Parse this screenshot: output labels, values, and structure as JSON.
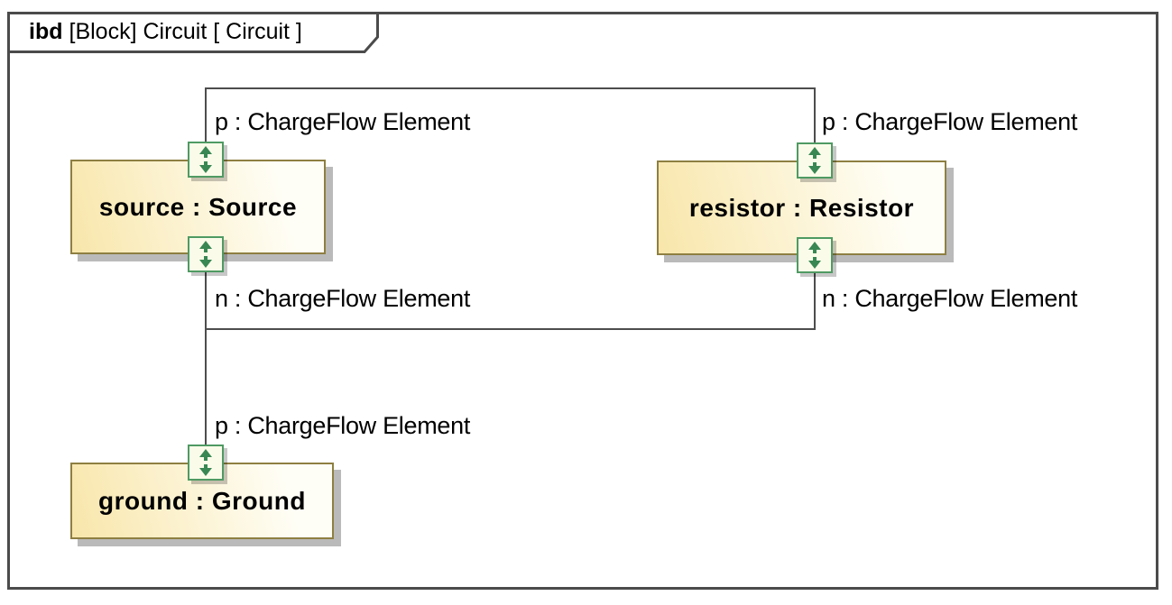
{
  "frame": {
    "title_keyword": "ibd",
    "title_rest": "[Block] Circuit [ Circuit ]"
  },
  "blocks": {
    "source": {
      "label": "source : Source"
    },
    "resistor": {
      "label": "resistor : Resistor"
    },
    "ground": {
      "label": "ground : Ground"
    }
  },
  "ports": {
    "source_p": {
      "label": "p : ChargeFlow Element",
      "direction": "inout"
    },
    "source_n": {
      "label": "n : ChargeFlow Element",
      "direction": "inout"
    },
    "resistor_p": {
      "label": "p : ChargeFlow Element",
      "direction": "inout"
    },
    "resistor_n": {
      "label": "n : ChargeFlow Element",
      "direction": "inout"
    },
    "ground_p": {
      "label": "p : ChargeFlow Element",
      "direction": "inout"
    }
  },
  "connectors": [
    {
      "from": "source.p",
      "to": "resistor.p"
    },
    {
      "from": "source.n",
      "to": "resistor.n"
    },
    {
      "from": "source.n",
      "to": "ground.p"
    }
  ],
  "colors": {
    "block_fill_start": "#f8e6aa",
    "block_fill_end": "#fffef6",
    "block_border": "#8e7f42",
    "port_fill": "#fafce9",
    "port_border": "#4f9a63",
    "port_arrow": "#398753",
    "connector": "#4d4d4d",
    "frame_border": "#4b4b4b",
    "text": "#000000"
  }
}
